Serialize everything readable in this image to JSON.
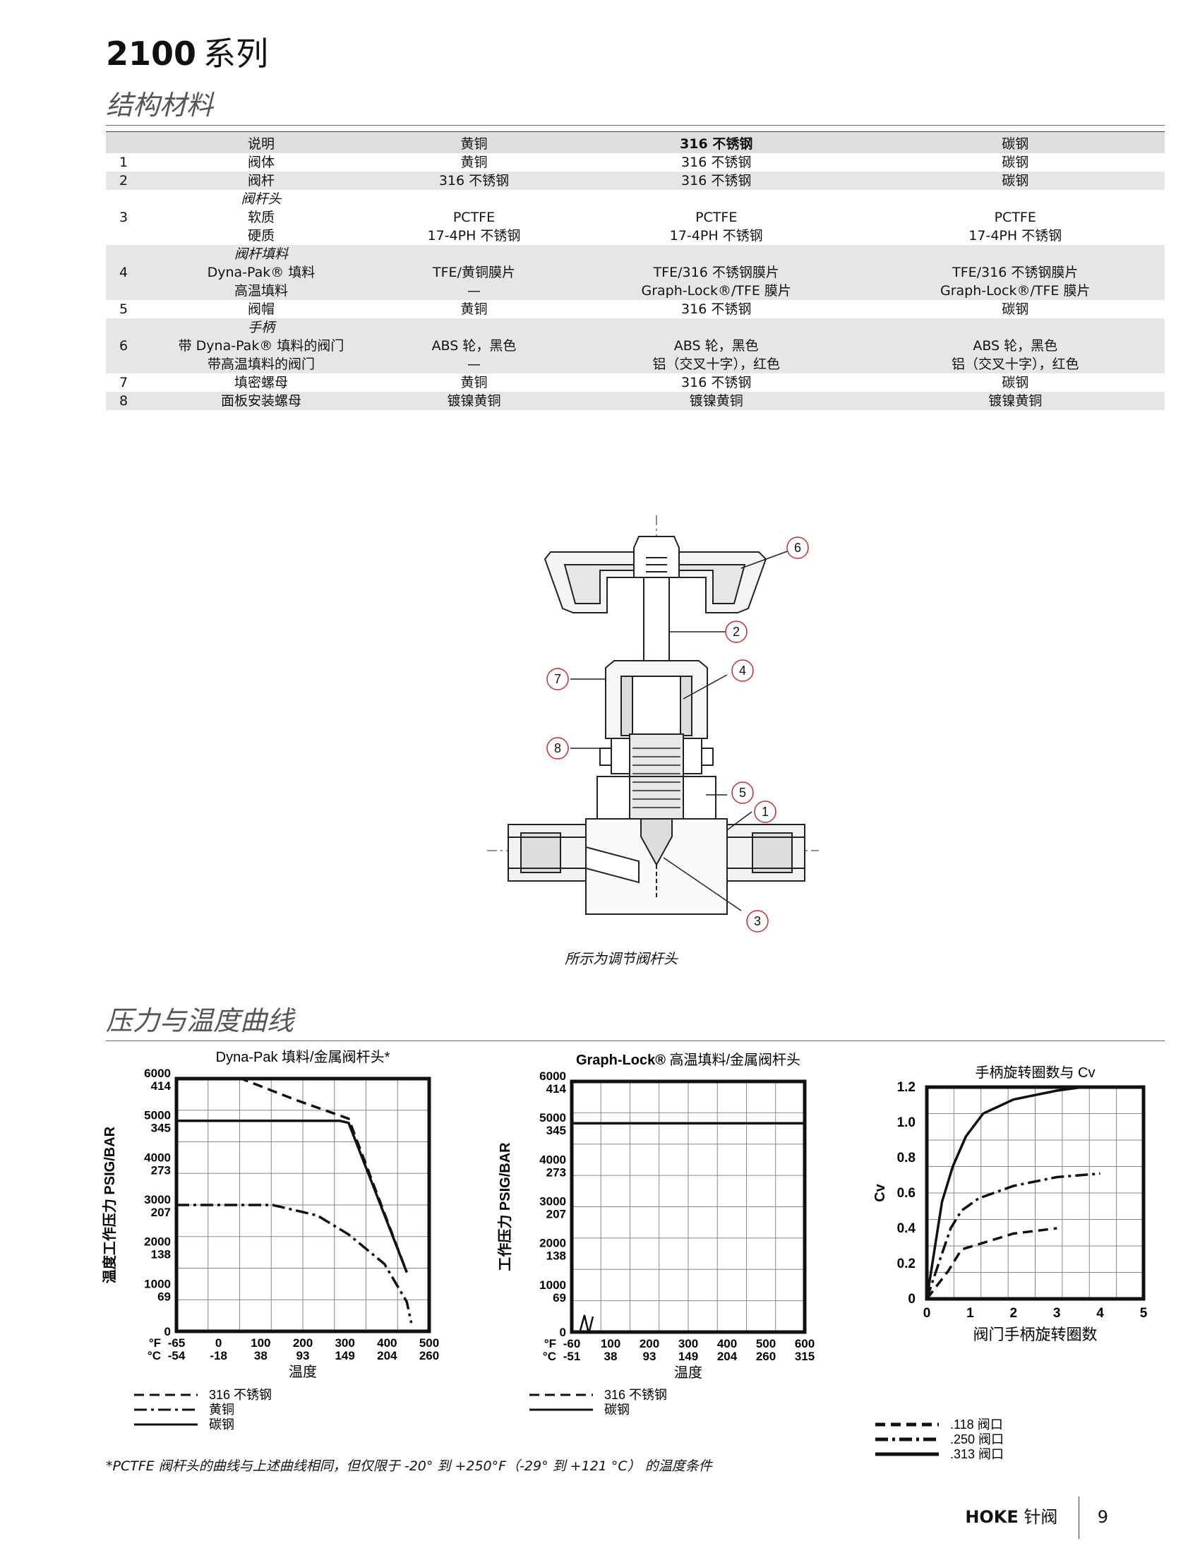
{
  "page": {
    "series_num": "2100",
    "series_cn": "系列",
    "section_materials": "结构材料",
    "section_curves": "压力与温度曲线",
    "drawing_caption": "所示为调节阀杆头",
    "footnote": "*PCTFE 阀杆头的曲线与上述曲线相同，但仅限于 -20° 到 +250°F（-29° 到 +121 °C） 的温度条件",
    "footer_brand": "HOKE",
    "footer_product": "针阀",
    "page_number": "9"
  },
  "materials": {
    "headers": [
      "说明",
      "黄铜",
      "316 不锈钢",
      "碳钢"
    ],
    "rows": [
      {
        "num": "1",
        "desc": [
          "阀体"
        ],
        "c1": [
          "黄铜"
        ],
        "c2": [
          "316 不锈钢"
        ],
        "c3": [
          "碳钢"
        ]
      },
      {
        "num": "2",
        "desc": [
          "阀杆"
        ],
        "c1": [
          "316 不锈钢"
        ],
        "c2": [
          "316 不锈钢"
        ],
        "c3": [
          "碳钢"
        ]
      },
      {
        "num": "3",
        "title": "阀杆头",
        "desc": [
          "软质",
          "硬质"
        ],
        "c1": [
          "PCTFE",
          "17-4PH 不锈钢"
        ],
        "c2": [
          "PCTFE",
          "17-4PH 不锈钢"
        ],
        "c3": [
          "PCTFE",
          "17-4PH 不锈钢"
        ]
      },
      {
        "num": "4",
        "title": "阀杆填料",
        "desc": [
          "Dyna-Pak® 填料",
          "高温填料"
        ],
        "c1": [
          "TFE/黄铜膜片",
          "—"
        ],
        "c2": [
          "TFE/316 不锈钢膜片",
          "Graph-Lock®/TFE 膜片"
        ],
        "c3": [
          "TFE/316 不锈钢膜片",
          "Graph-Lock®/TFE 膜片"
        ]
      },
      {
        "num": "5",
        "desc": [
          "阀帽"
        ],
        "c1": [
          "黄铜"
        ],
        "c2": [
          "316 不锈钢"
        ],
        "c3": [
          "碳钢"
        ]
      },
      {
        "num": "6",
        "title": "手柄",
        "desc": [
          "带 Dyna-Pak® 填料的阀门",
          "带高温填料的阀门"
        ],
        "c1": [
          "ABS 轮，黑色",
          "—"
        ],
        "c2": [
          "ABS 轮，黑色",
          "铝（交叉十字），红色"
        ],
        "c3": [
          "ABS 轮，黑色",
          "铝（交叉十字），红色"
        ]
      },
      {
        "num": "7",
        "desc": [
          "填密螺母"
        ],
        "c1": [
          "黄铜"
        ],
        "c2": [
          "316 不锈钢"
        ],
        "c3": [
          "碳钢"
        ]
      },
      {
        "num": "8",
        "desc": [
          "面板安装螺母"
        ],
        "c1": [
          "镀镍黄铜"
        ],
        "c2": [
          "镀镍黄铜"
        ],
        "c3": [
          "镀镍黄铜"
        ]
      }
    ]
  },
  "drawing_callouts": [
    "6",
    "2",
    "7",
    "4",
    "8",
    "5",
    "1",
    "3"
  ],
  "chart_data": [
    {
      "type": "line",
      "title": "Dyna-Pak 填料/金属阀杆头*",
      "xlabel": "温度",
      "ylabel": "温度工作压力 PSIG/BAR",
      "x_ticks_f": [
        "-65",
        "0",
        "100",
        "200",
        "300",
        "400",
        "500"
      ],
      "x_ticks_c": [
        "-54",
        "-18",
        "38",
        "93",
        "149",
        "204",
        "260"
      ],
      "y_ticks_psig": [
        "6000",
        "5000",
        "4000",
        "3000",
        "2000",
        "1000",
        "0"
      ],
      "y_ticks_bar": [
        "414",
        "345",
        "273",
        "207",
        "138",
        "69",
        ""
      ],
      "xlim": [
        -65,
        500
      ],
      "ylim": [
        0,
        6000
      ],
      "series": [
        {
          "name": "316 不锈钢",
          "style": "dash",
          "x": [
            -65,
            80,
            200,
            320,
            450
          ],
          "y": [
            6000,
            6000,
            5500,
            5050,
            1400
          ]
        },
        {
          "name": "黄铜",
          "style": "dashdot",
          "x": [
            -65,
            50,
            150,
            250,
            320,
            400,
            450,
            460
          ],
          "y": [
            3000,
            3000,
            3000,
            2750,
            2300,
            1600,
            700,
            200
          ]
        },
        {
          "name": "碳钢",
          "style": "solid",
          "x": [
            -65,
            300,
            320,
            450
          ],
          "y": [
            5000,
            5000,
            4950,
            1400
          ]
        }
      ]
    },
    {
      "type": "line",
      "title_bold": "Graph-Lock®",
      "title_rest": "高温填料/金属阀杆头",
      "xlabel": "温度",
      "ylabel": "工作压力 PSIG/BAR",
      "x_ticks_f": [
        "-60",
        "100",
        "200",
        "300",
        "400",
        "500",
        "600"
      ],
      "x_ticks_c": [
        "-51",
        "38",
        "93",
        "149",
        "204",
        "260",
        "315"
      ],
      "y_ticks_psig": [
        "6000",
        "5000",
        "4000",
        "3000",
        "2000",
        "1000",
        "0"
      ],
      "y_ticks_bar": [
        "414",
        "345",
        "273",
        "207",
        "138",
        "69",
        ""
      ],
      "xlim": [
        -60,
        600
      ],
      "ylim": [
        0,
        6000
      ],
      "series": [
        {
          "name": "316 不锈钢",
          "style": "dash",
          "x": [
            -60,
            600
          ],
          "y": [
            6000,
            6000
          ]
        },
        {
          "name": "碳钢",
          "style": "solid",
          "x": [
            -60,
            600
          ],
          "y": [
            5000,
            5000
          ]
        }
      ]
    },
    {
      "type": "line",
      "title": "手柄旋转圈数与 Cv",
      "xlabel": "阀门手柄旋转圈数",
      "ylabel": "Cv",
      "x_ticks": [
        "0",
        "1",
        "2",
        "3",
        "4",
        "5"
      ],
      "y_ticks": [
        "1.2",
        "1.0",
        "0.8",
        "0.6",
        "0.4",
        "0.2",
        "0"
      ],
      "xlim": [
        0,
        5
      ],
      "ylim": [
        0,
        1.2
      ],
      "series": [
        {
          "name": ".118 阀口",
          "style": "dash",
          "x": [
            0,
            0.25,
            0.5,
            0.8,
            1.2,
            2,
            3
          ],
          "y": [
            0,
            0.08,
            0.16,
            0.28,
            0.31,
            0.37,
            0.4
          ]
        },
        {
          "name": ".250 阀口",
          "style": "dashdot",
          "x": [
            0,
            0.3,
            0.55,
            0.8,
            1.2,
            2,
            3,
            4
          ],
          "y": [
            0,
            0.22,
            0.4,
            0.5,
            0.57,
            0.64,
            0.69,
            0.71
          ]
        },
        {
          "name": ".313 阀口",
          "style": "solid",
          "x": [
            0,
            0.35,
            0.6,
            0.9,
            1.3,
            2,
            3,
            3.6
          ],
          "y": [
            0,
            0.55,
            0.75,
            0.92,
            1.05,
            1.13,
            1.18,
            1.2
          ]
        }
      ]
    }
  ]
}
